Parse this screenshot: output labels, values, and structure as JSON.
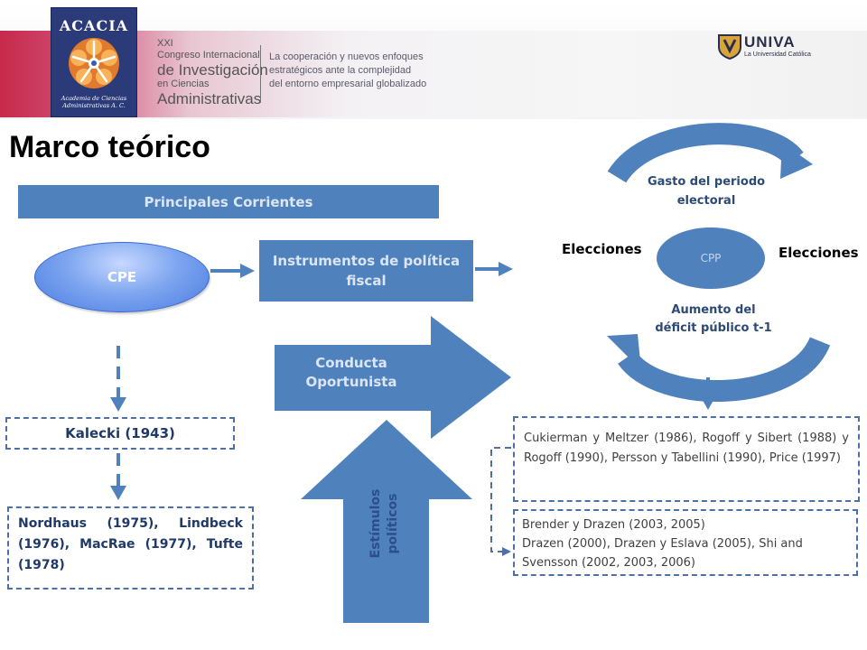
{
  "header": {
    "acacia_title": "ACACIA",
    "acacia_caption": "Academia de Ciencias Administrativas A. C.",
    "congress_lines": [
      "XXI",
      "Congreso Internacional",
      "de Investigación",
      "en Ciencias",
      "Administrativas"
    ],
    "tagline_lines": [
      "La cooperación y nuevos enfoques",
      "estratégicos ante la complejidad",
      "del entorno empresarial globalizado"
    ],
    "univa_name": "UNIVA",
    "univa_sub": "La Universidad Católica"
  },
  "title": "Marco teórico",
  "principales": "Principales Corrientes",
  "cpe": "CPE",
  "instrumentos": "Instrumentos de política fiscal",
  "kalecki": "Kalecki (1943)",
  "nordhaus": "Nordhaus (1975), Lindbeck (1976), MacRae (1977), Tufte (1978)",
  "conducta": "Conducta Oportunista",
  "estimulos": "Estímulos políticos",
  "cycle": {
    "gasto": "Gasto del periodo electoral",
    "cpp": "CPP",
    "elecciones_left": "Elecciones",
    "elecciones_right": "Elecciones",
    "aumento": "Aumento del déficit público t-1"
  },
  "cukierman": "Cukierman y Meltzer (1986), Rogoff y Sibert (1988) y Rogoff (1990), Persson y Tabellini (1990), Price (1997)",
  "brender_lines": [
    "Brender y Drazen  (2003, 2005)",
    "Drazen (2000),  Drazen y Eslava (2005),  Shi and",
    "Svensson (2002, 2003, 2006)"
  ],
  "colors": {
    "box_blue": "#4f81bd",
    "dash_blue": "#4f6fa8",
    "label_blue": "#2c4a75"
  }
}
